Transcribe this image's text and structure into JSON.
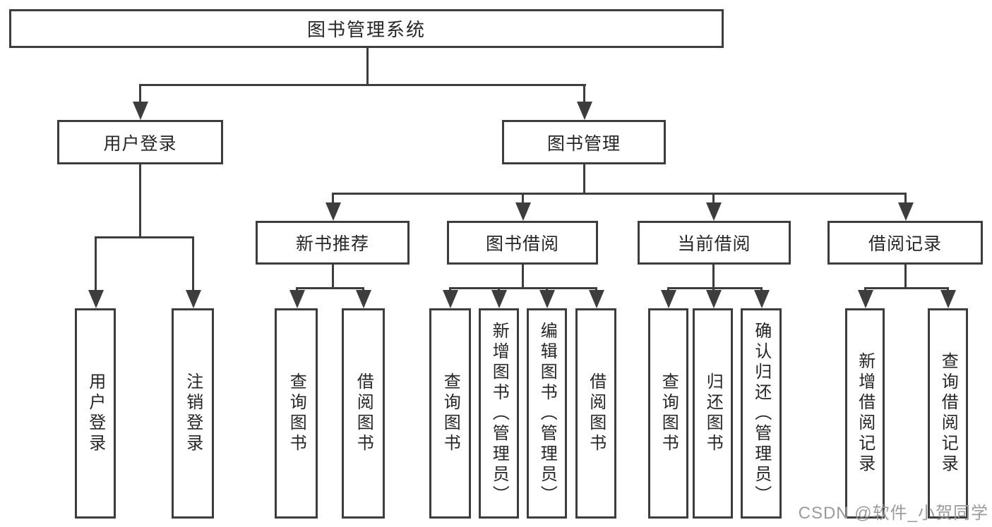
{
  "diagram": {
    "root": {
      "label": "图书管理系统"
    },
    "branches": [
      {
        "label": "用户登录",
        "children": [
          {
            "label": "用户登录"
          },
          {
            "label": "注销登录"
          }
        ]
      },
      {
        "label": "图书管理",
        "children": [
          {
            "label": "新书推荐",
            "children": [
              {
                "label": "查询图书"
              },
              {
                "label": "借阅图书"
              }
            ]
          },
          {
            "label": "图书借阅",
            "children": [
              {
                "label": "查询图书"
              },
              {
                "label": "新增图书（管理员）"
              },
              {
                "label": "编辑图书（管理员）"
              },
              {
                "label": "借阅图书"
              }
            ]
          },
          {
            "label": "当前借阅",
            "children": [
              {
                "label": "查询图书"
              },
              {
                "label": "归还图书"
              },
              {
                "label": "确认归还（管理员）"
              }
            ]
          },
          {
            "label": "借阅记录",
            "children": [
              {
                "label": "新增借阅记录"
              },
              {
                "label": "查询借阅记录"
              }
            ]
          }
        ]
      }
    ]
  },
  "watermark": {
    "text": "CSDN @软件_小贺同学"
  },
  "colors": {
    "line": "#3d3d3d",
    "text": "#262626",
    "watermark": "#9b9b9b",
    "background": "#ffffff"
  }
}
